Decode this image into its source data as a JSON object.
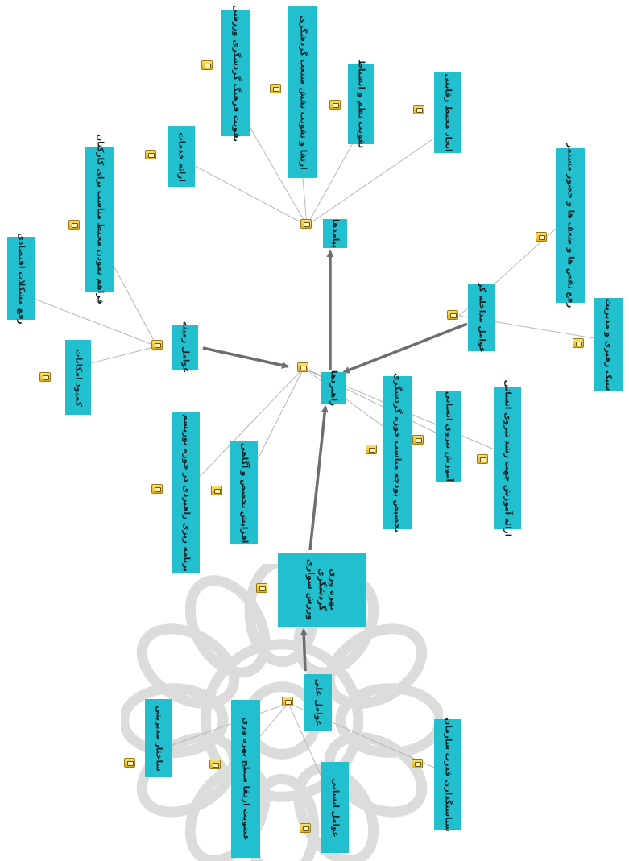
{
  "diagram": {
    "colors": {
      "node_fill": "#22bfcf",
      "text": "#0d2226",
      "edge_thin": "#b7b7b7",
      "edge_thick": "#6e6e6e",
      "memo": "#f2c73a",
      "watermark": "#d9d9d9"
    },
    "icons": {
      "memo": "memo-note-icon",
      "watermark": "rosette-logo-watermark"
    },
    "nodes": {
      "paiamadha": "پیامدها",
      "rahbord": "راهبردها",
      "avamel_zamineh": "عوامل زمینه",
      "avamel_modakhele": "عوامل مداخله گر",
      "phenomenon": "بهره وری گردشگری ورزش سواری",
      "avamel_ali": "عوامل علی",
      "ijad_mohit": "ایجاد محیط رقابتی",
      "taghviat_nazm": "تقویت نظم و انضباط",
      "ertegha_taghviat": "ارتقا و تقویت نقش صنعت گردشگری",
      "taghviat_farhang": "تقویت فرهنگ گردشگری ورزشی",
      "erae_khadamat": "ارائه خدمات",
      "faraham": "فراهم نمودن محیط مناسب برای کارکنان",
      "rafe_moshkelat": "رفع مشکلات اقتصادی",
      "kamboud": "کمبود امکانات",
      "rafe_nagh": "رفع نقص ها و ضعف ها و حضور مستمر",
      "sabk": "سبک رهبری و مدیریت",
      "barname": "برنامه ریزی راهبردی در حوزه توریسم",
      "afzayesh": "افزایش تخصص و آگاهی",
      "takhsis": "تخصیص بودجه مناسب حوزه گردشگری",
      "amoozesh_niroo": "آموزش نیروی انسانی",
      "erae_amoozesh": "ارائه آموزش جهت رشد نیروی انسانی",
      "sakhtar": "ساختار مدیریتی",
      "ozviat": "عضویت ارتقا سطح بهره وری",
      "avamel_ensani": "عوامل انسانی",
      "siasatgozari": "سیاستگذاری قدرت سازمان"
    }
  }
}
